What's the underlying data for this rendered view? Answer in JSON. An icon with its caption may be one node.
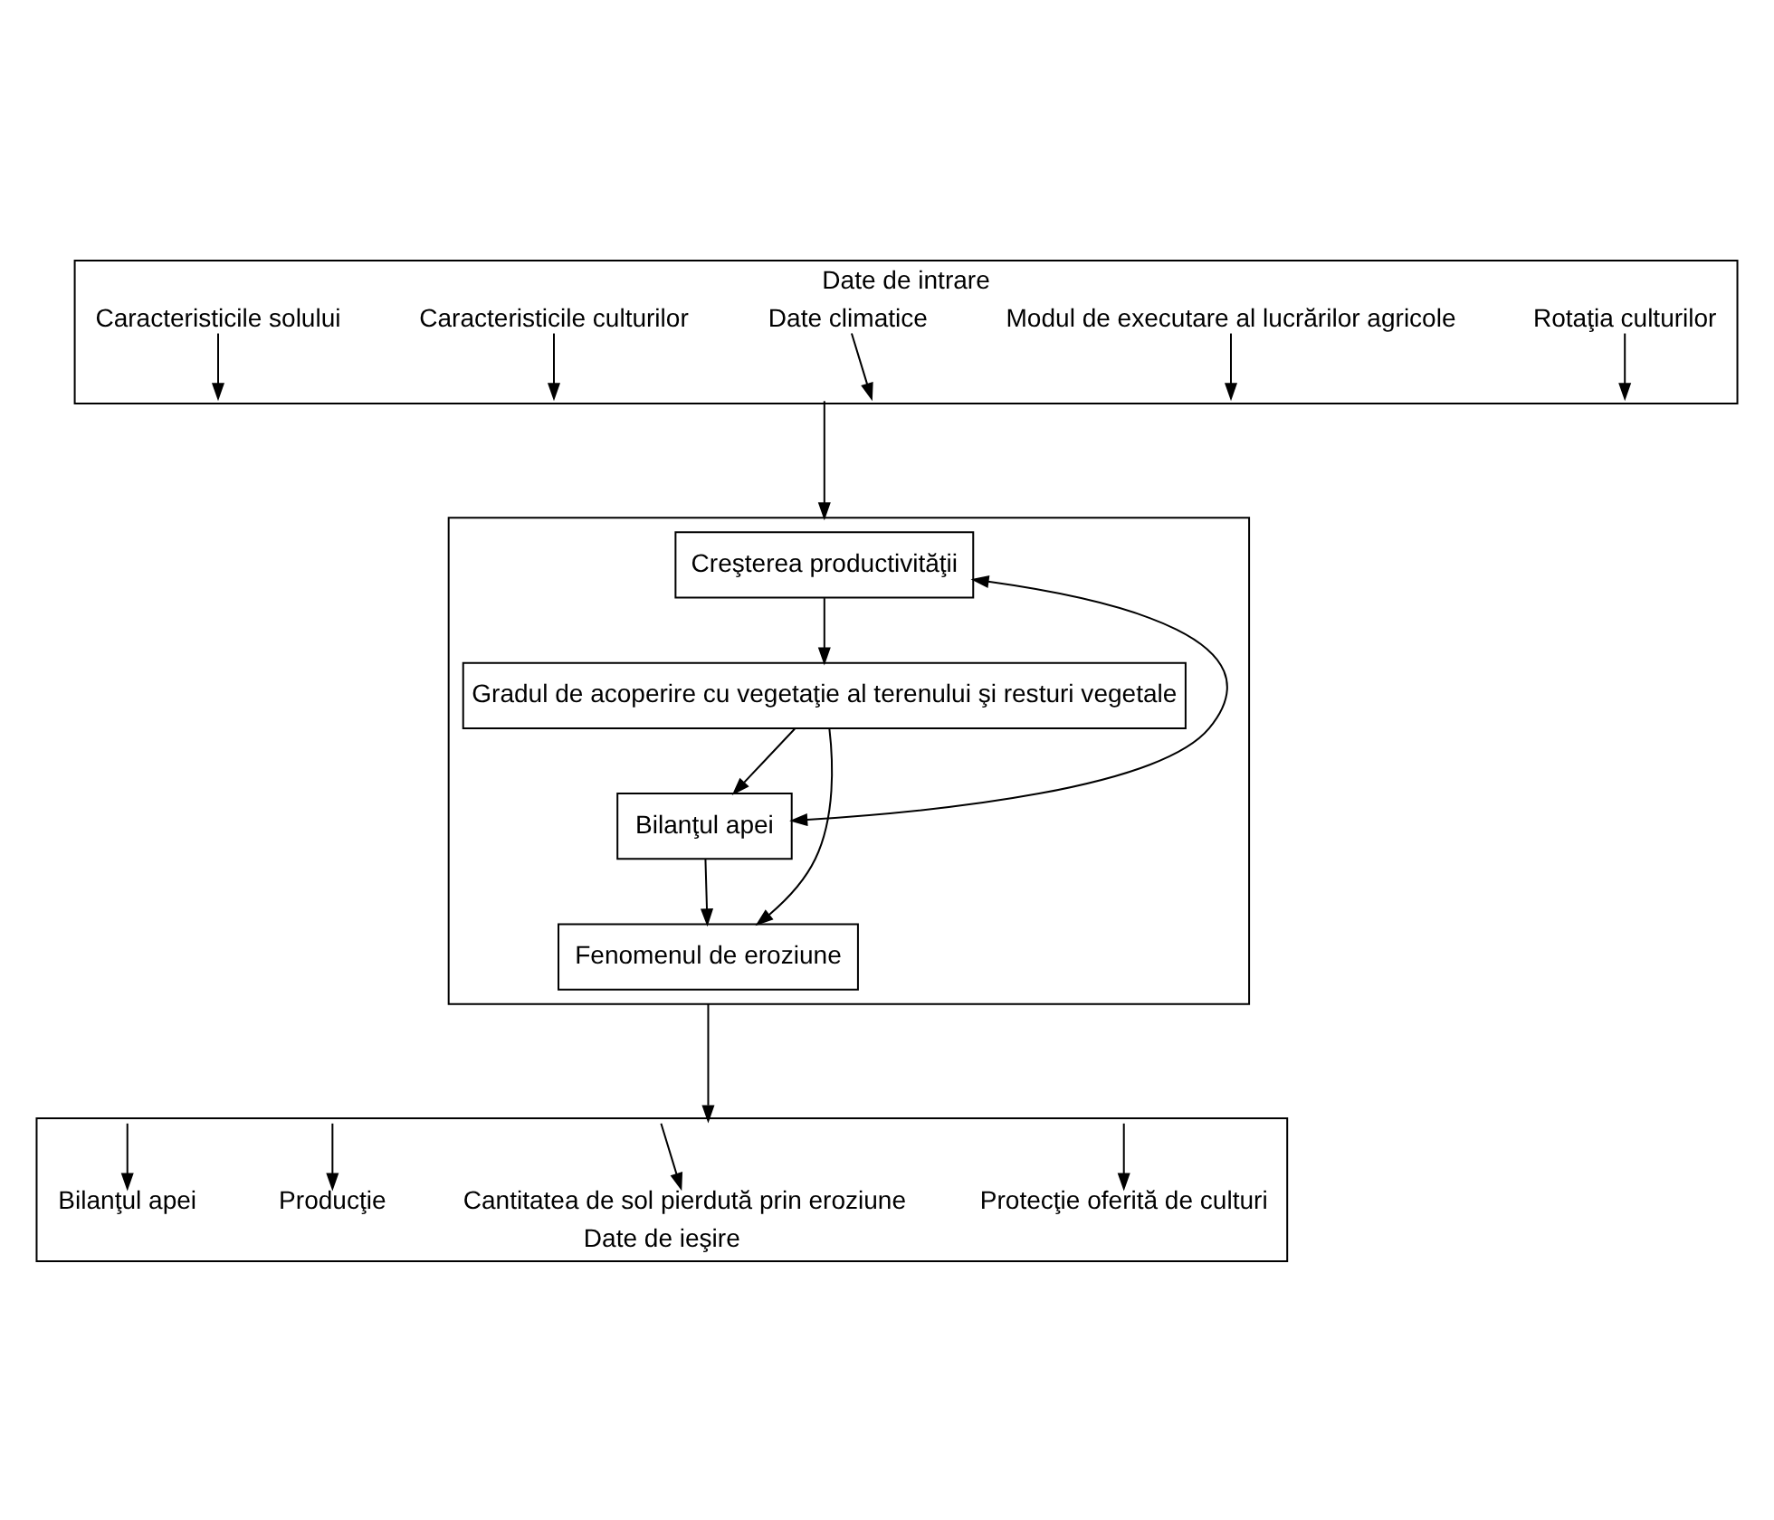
{
  "diagram": {
    "nodes": [
      {
        "text": [
          "Date de intrare"
        ]
      },
      {
        "text": [
          "Caracteristicile solului"
        ],
        "in": 0
      },
      {
        "text": [
          "Caracteristicile culturilor"
        ],
        "in": 0
      },
      {
        "text": [
          "Date climatice"
        ],
        "in": 0
      },
      {
        "text": [
          "Modul de executare al lucrărilor agricole"
        ],
        "in": 0
      },
      {
        "text": [
          "Rotaţia culturilor"
        ],
        "in": 0
      },
      {
        "text": [],
        "shape": "box"
      },
      {
        "text": [
          "Creşterea productivităţii"
        ],
        "in": 6
      },
      {
        "text": [
          "Gradul de acoperire cu vegetaţie al terenului şi resturi vegetale"
        ],
        "in": 6
      },
      {
        "text": [
          "Bilanţul apei"
        ],
        "in": 6
      },
      {
        "text": [
          "Fenomenul de eroziune"
        ],
        "in": 6
      },
      {
        "text": [
          "Date de ieşire"
        ]
      },
      {
        "text": [
          "Bilanţul apei"
        ],
        "in": 11
      },
      {
        "text": [
          "Producţie"
        ],
        "in": 11
      },
      {
        "text": [
          "Cantitatea de sol pierdută prin eroziune"
        ],
        "in": 11
      },
      {
        "text": [
          "Protecţie oferită de culturi"
        ],
        "in": 11
      }
    ],
    "edges": [
      {
        "from": 1,
        "to": 0,
        "arrow": "to"
      },
      {
        "from": 2,
        "to": 0,
        "arrow": "to"
      },
      {
        "from": 3,
        "to": 0,
        "arrow": "to"
      },
      {
        "from": 4,
        "to": 0,
        "arrow": "to"
      },
      {
        "from": 5,
        "to": 0,
        "arrow": "to"
      },
      {
        "from": 0,
        "to": 6,
        "arrow": "to"
      },
      {
        "from": 7,
        "to": 9,
        "arrow": "both"
      },
      {
        "from": 7,
        "to": 8,
        "arrow": "to"
      },
      {
        "from": 8,
        "to": 9,
        "arrow": "to"
      },
      {
        "from": 9,
        "to": 10,
        "arrow": "to"
      },
      {
        "from": 8,
        "to": 10,
        "arrow": "to"
      },
      {
        "from": 6,
        "to": 11,
        "arrow": "to"
      },
      {
        "from": 11,
        "to": 12,
        "arrow": "to"
      },
      {
        "from": 11,
        "to": 13,
        "arrow": "to"
      },
      {
        "from": 11,
        "to": 14,
        "arrow": "to"
      },
      {
        "from": 11,
        "to": 15,
        "arrow": "to"
      }
    ]
  }
}
